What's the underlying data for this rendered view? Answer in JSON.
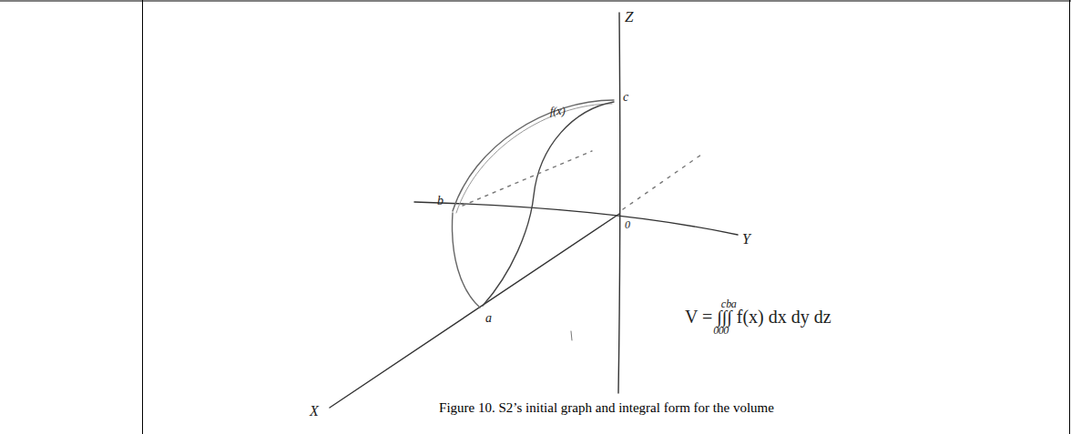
{
  "diagram": {
    "caption": "Figure 10. S2’s initial graph and integral form for the volume",
    "labels": [
      "Z",
      "c",
      "f(x)",
      "b",
      "0",
      "Y",
      "a",
      "X",
      "V = ∫∫∫ f(x) dx dy dz",
      "c",
      "b",
      "a",
      "0",
      "0",
      "0"
    ]
  }
}
